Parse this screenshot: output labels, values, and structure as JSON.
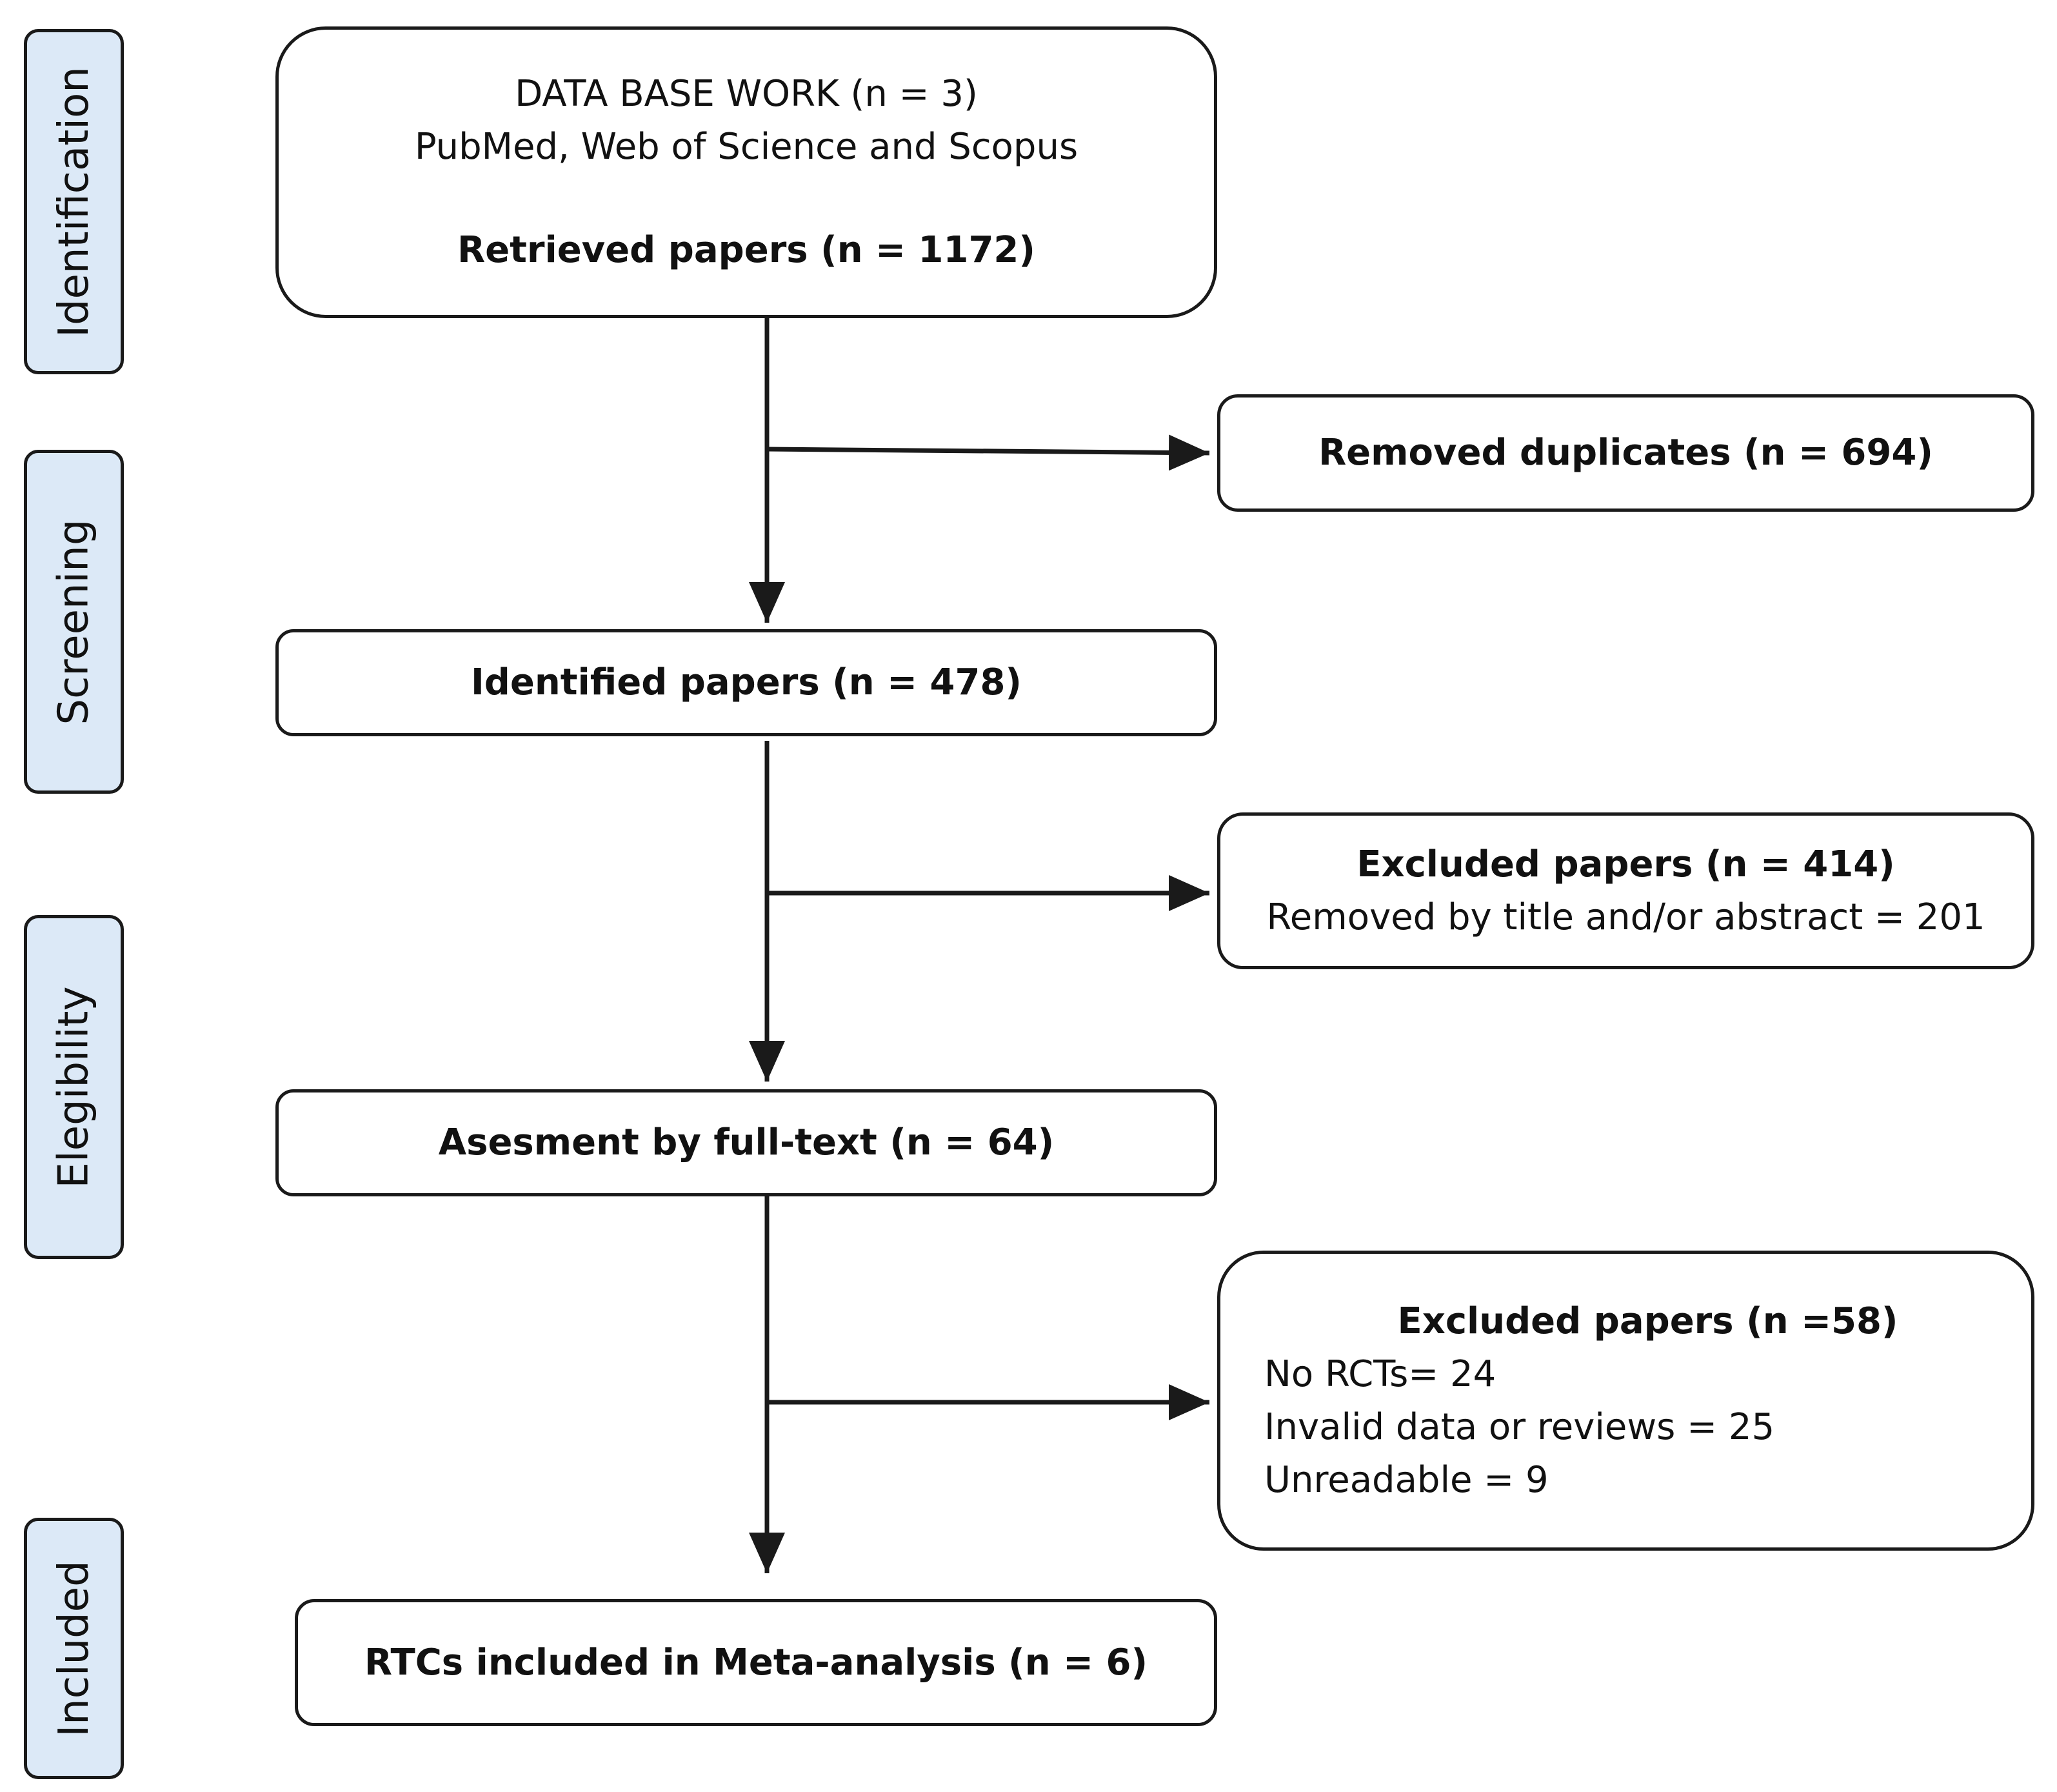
{
  "stages": {
    "identification": "Identification",
    "screening": "Screening",
    "eligibility": "Elegibility",
    "included": "Included"
  },
  "boxes": {
    "database": {
      "line1": "DATA BASE WORK (n = 3)",
      "line2": "PubMed, Web of Science and Scopus",
      "line3": "Retrieved papers (n = 1172)"
    },
    "duplicates": {
      "line1": "Removed duplicates (n = 694)"
    },
    "identified": {
      "line1": "Identified papers (n = 478)"
    },
    "excluded_title": {
      "line1": "Excluded papers (n = 414)",
      "line2": "Removed by title and/or abstract = 201"
    },
    "fulltext": {
      "line1": "Asesment by full-text (n = 64)"
    },
    "excluded_full": {
      "line1": "Excluded papers (n =58)",
      "line2": "No RCTs= 24",
      "line3": "Invalid data or reviews = 25",
      "line4": "Unreadable = 9"
    },
    "included": {
      "line1": "RTCs included in Meta-analysis (n = 6)"
    }
  },
  "colors": {
    "stage_fill": "#dce9f7",
    "stroke": "#1a1a1a",
    "box_fill": "#ffffff"
  }
}
